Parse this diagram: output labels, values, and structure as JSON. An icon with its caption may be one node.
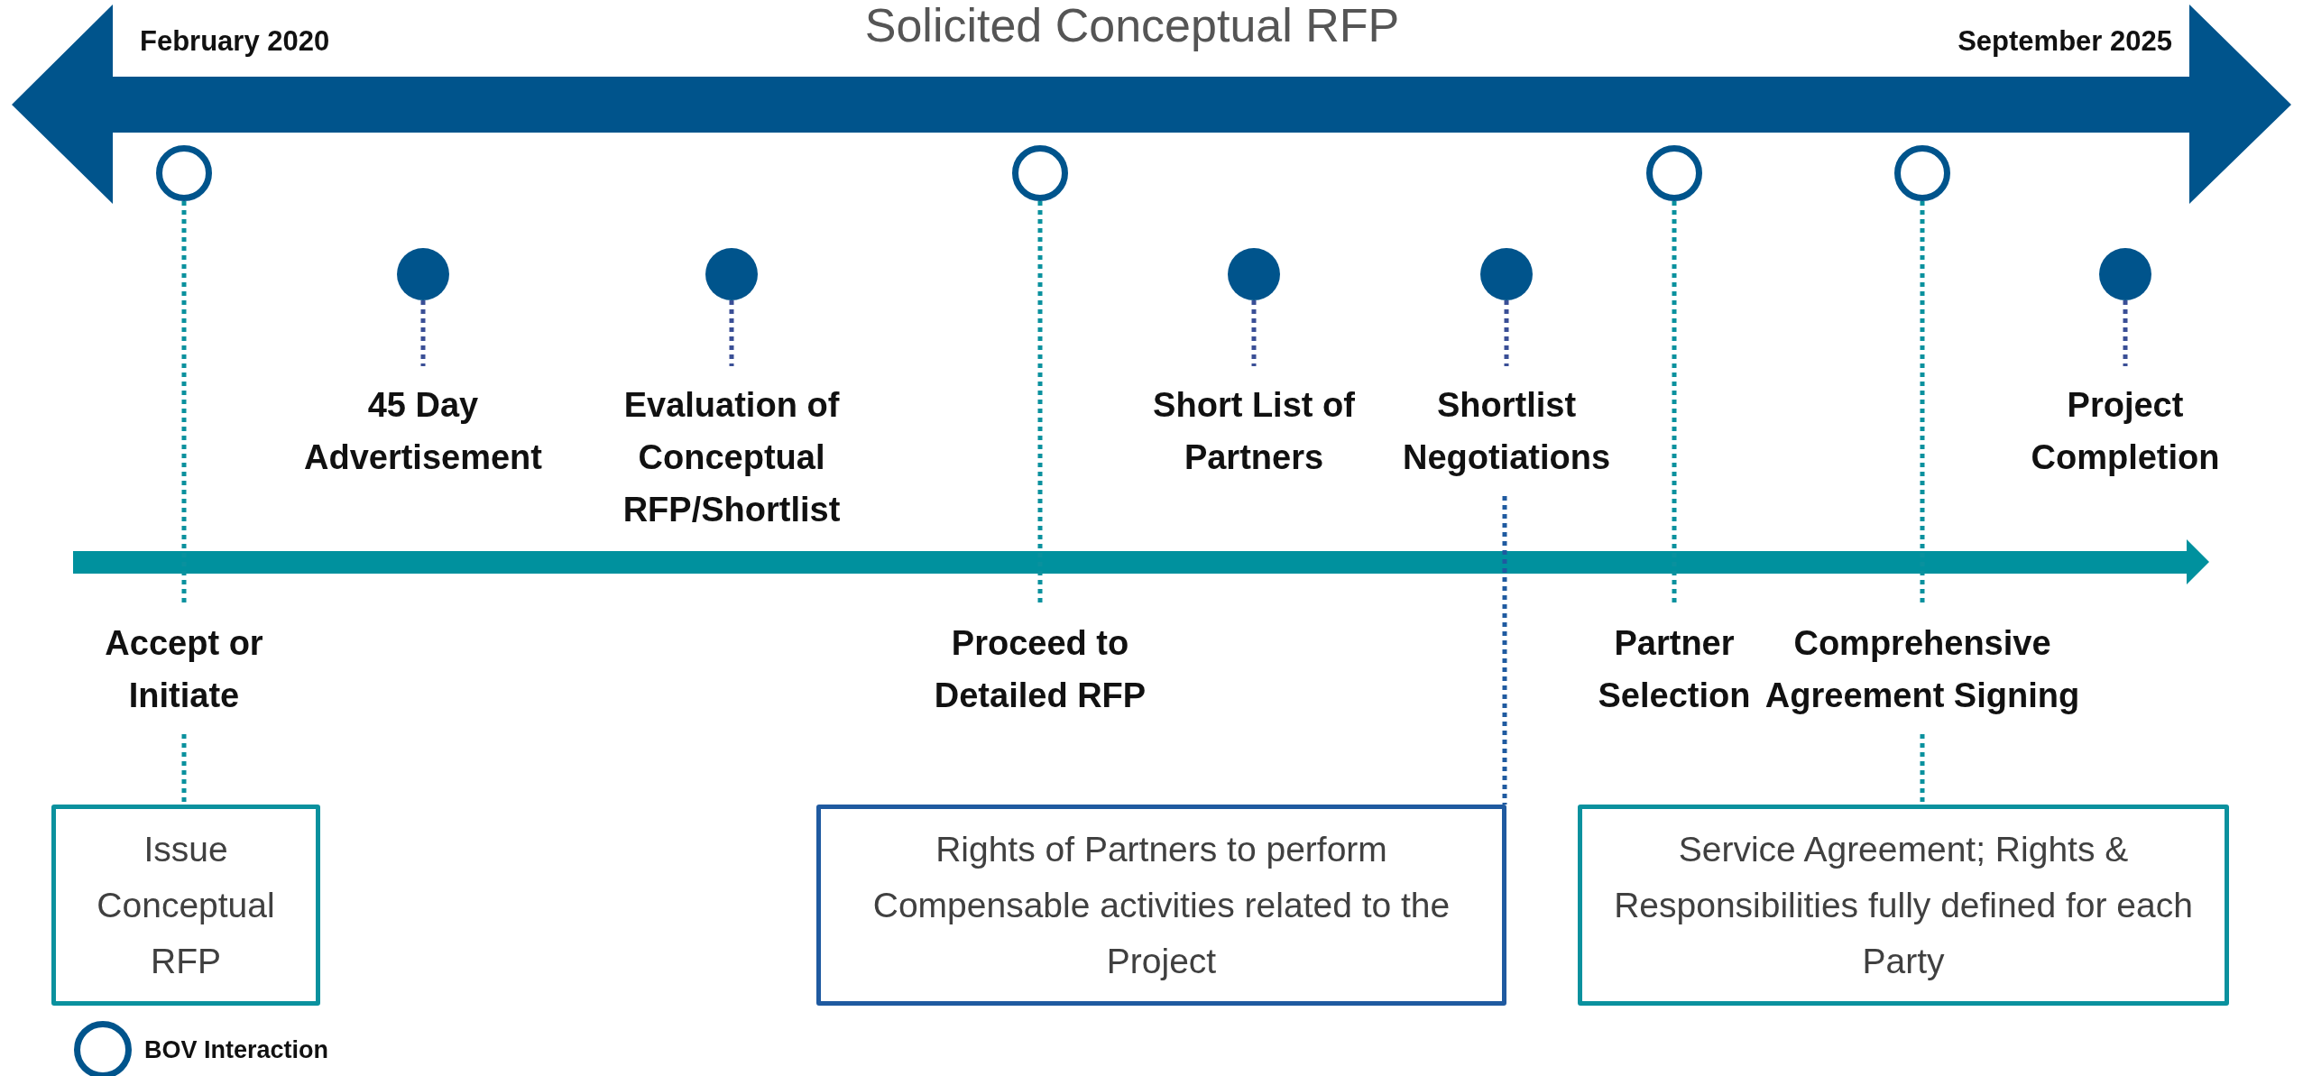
{
  "diagram": {
    "title": "Solicited Conceptual RFP",
    "nodes": [
      {
        "text": [],
        "shape": "ring"
      },
      {
        "text": [],
        "shape": "circle"
      },
      {
        "text": [
          "45 Day Advertisement"
        ]
      },
      {
        "text": [],
        "shape": "circle"
      },
      {
        "text": [
          "Evaluation of Conceptual RFP/Shortlist"
        ]
      },
      {
        "text": [],
        "shape": "ring"
      },
      {
        "text": [],
        "shape": "circle"
      },
      {
        "text": [
          "Short List of Partners"
        ]
      },
      {
        "text": [],
        "shape": "circle"
      },
      {
        "text": [
          "Shortlist Negotiations"
        ]
      },
      {
        "text": [],
        "shape": "ring"
      },
      {
        "text": [],
        "shape": "ring"
      },
      {
        "text": [],
        "shape": "circle"
      },
      {
        "text": [
          "Project Completion"
        ]
      },
      {
        "text": [
          "Accept or Initiate"
        ]
      },
      {
        "text": [
          "Proceed to Detailed RFP"
        ]
      },
      {
        "text": [
          "Partner Selection"
        ]
      },
      {
        "text": [
          "Comprehensive Agreement Signing"
        ]
      },
      {
        "text": [
          "Issue Conceptual RFP"
        ]
      },
      {
        "text": [
          "Rights of Partners to perform Compensable activities related to the Project"
        ]
      },
      {
        "text": [
          "Service Agreement; Rights & Responsibilities fully defined for each Party"
        ]
      }
    ],
    "edges": [
      {
        "from": 0,
        "to": 14,
        "arrow": "none",
        "style": "dashed"
      },
      {
        "from": 14,
        "to": 18,
        "arrow": "none",
        "style": "dashed"
      },
      {
        "from": 1,
        "to": 2,
        "arrow": "none",
        "style": "dashed",
        "color": "#3a4f96"
      },
      {
        "from": 3,
        "to": 4,
        "arrow": "none",
        "style": "dashed",
        "color": "#3a4f96"
      },
      {
        "from": 5,
        "to": 15,
        "arrow": "none",
        "style": "dashed"
      },
      {
        "from": 6,
        "to": 7,
        "arrow": "none",
        "style": "dashed",
        "color": "#3a4f96"
      },
      {
        "from": 8,
        "to": 9,
        "arrow": "none",
        "style": "dashed",
        "color": "#3a4f96"
      },
      {
        "from": 9,
        "to": 19,
        "arrow": "none",
        "style": "dashed",
        "color": "#1f5aa0"
      },
      {
        "from": 10,
        "to": 16,
        "arrow": "none",
        "style": "dashed"
      },
      {
        "from": 11,
        "to": 17,
        "arrow": "none",
        "style": "dashed"
      },
      {
        "from": 17,
        "to": 20,
        "arrow": "none",
        "style": "dashed"
      },
      {
        "from": 12,
        "to": 13,
        "arrow": "none",
        "style": "dashed",
        "color": "#3a4f96"
      }
    ],
    "labels": [
      "February 2020",
      "September 2025"
    ],
    "legend": [
      {
        "text": "BOV Interaction"
      }
    ]
  }
}
